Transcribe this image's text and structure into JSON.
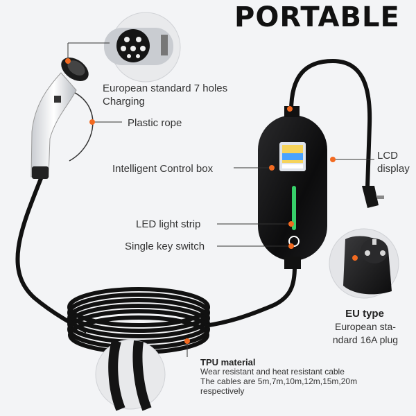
{
  "title": "PORTABLE",
  "labels": {
    "connector_line1": "European standard 7 holes",
    "connector_line2": "Charging",
    "plastic_rope": "Plastic rope",
    "control_box": "Intelligent Control box",
    "lcd_line1": "LCD",
    "lcd_line2": "display",
    "led_strip": "LED light strip",
    "key_switch": "Single key switch",
    "eu_type": "EU type",
    "eu_desc_line1": "European sta-",
    "eu_desc_line2": "ndard 16A plug",
    "tpu_head": "TPU material",
    "tpu_line1": "Wear resistant and heat resistant cable",
    "tpu_line2": "The cables are 5m,7m,10m,12m,15m,20m",
    "tpu_line3": "respectively"
  },
  "icons": {
    "connector": "type2-connector-icon",
    "control_box": "control-box-icon",
    "plug": "eu-plug-icon",
    "cable": "cable-coil-icon"
  },
  "colors": {
    "accent_dot": "#f26a21",
    "led": "#37d06a",
    "cable": "#111111"
  }
}
